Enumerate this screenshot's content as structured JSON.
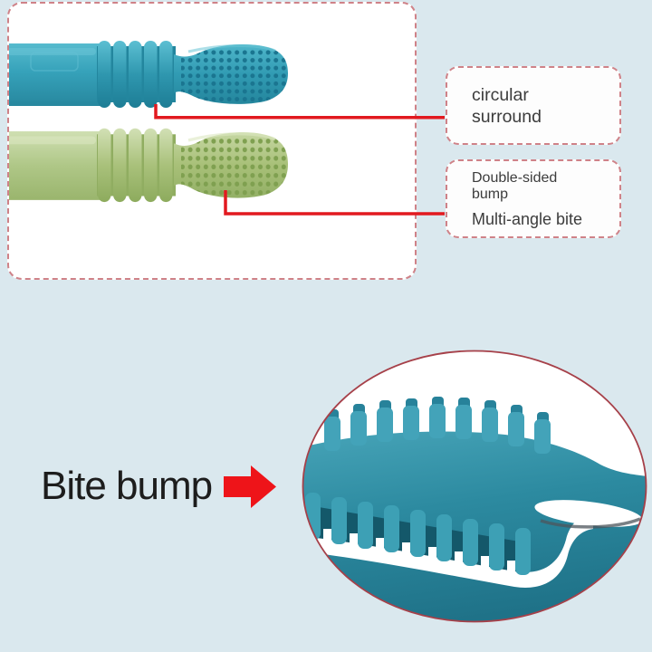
{
  "page": {
    "background_color": "#dae8ee",
    "panel_color": "#ffffff"
  },
  "palette": {
    "accent_red": "#e2191f",
    "dashed_border_red": "#cf8288",
    "inset_border_red": "#a64049",
    "blue_tube": "#36a2ba",
    "blue_tube_dots": "#1f839c",
    "green_tube": "#afc787",
    "green_tube_dots": "#84a254",
    "inset_teal": "#2c8aa0",
    "callout_text": "#3c3c3c",
    "label_text": "#1d1d1d"
  },
  "products": [
    {
      "name": "blue-teether-tube"
    },
    {
      "name": "green-teether-tube"
    }
  ],
  "callouts": [
    {
      "id": "circular-surround",
      "lines": [
        "circular",
        "surround"
      ]
    },
    {
      "id": "double-sided-bump",
      "lines": [
        "Double-sided",
        "bump"
      ],
      "secondary": "Multi-angle bite"
    }
  ],
  "bottom": {
    "label": "Bite bump",
    "arrow_icon": "arrow-right-icon",
    "inset_name": "bite-bump-closeup"
  }
}
